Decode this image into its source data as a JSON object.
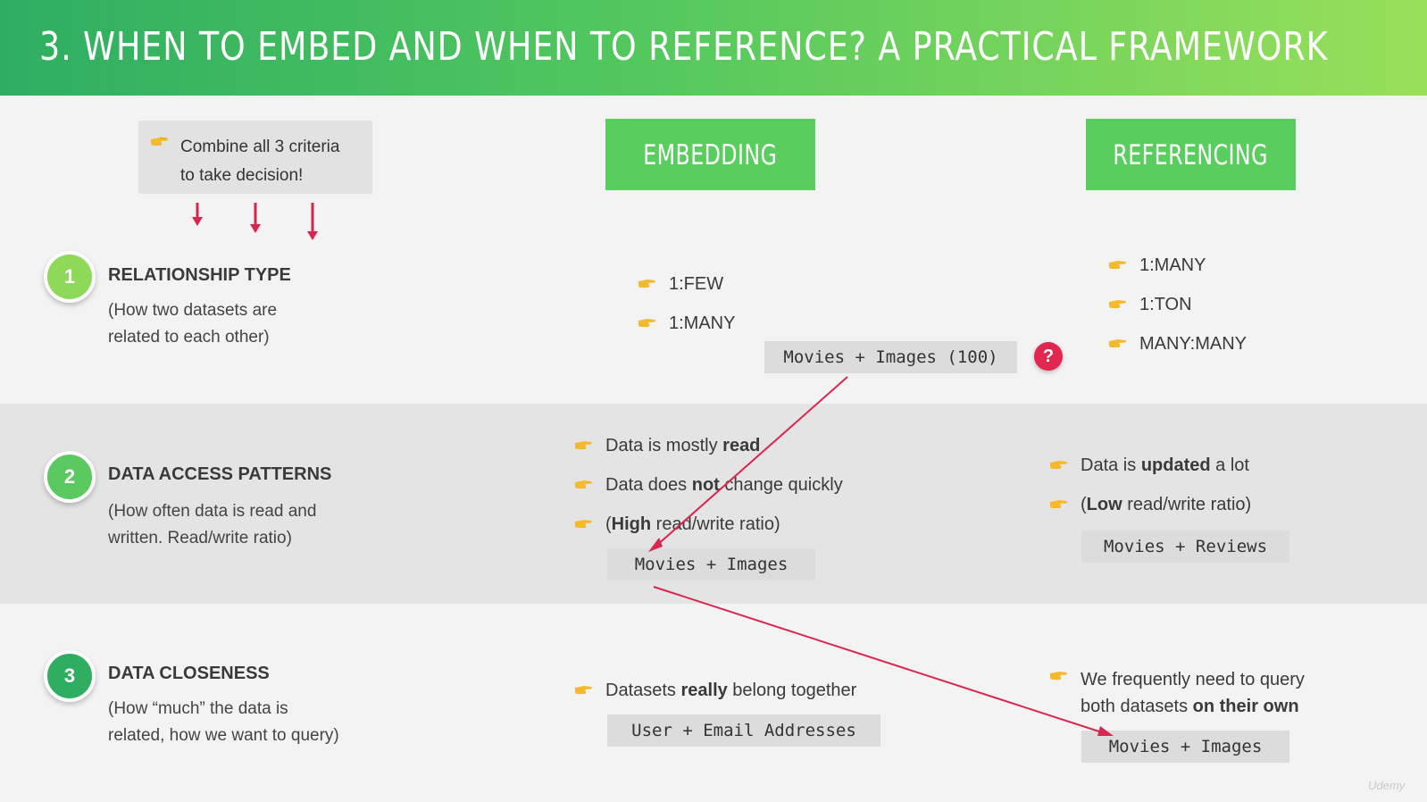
{
  "header": {
    "title": "3. When to embed and when to reference? A practical framework"
  },
  "criteria_note": {
    "line1": "Combine all 3 criteria",
    "line2": "to take decision!"
  },
  "columns": {
    "embedding": "EMBEDDING",
    "referencing": "REFERENCING"
  },
  "colors": {
    "accent_green": "#5acd5f",
    "arrow_red": "#d9264f",
    "circle1": "#8ed85a",
    "circle2": "#5ac95f",
    "circle3": "#2fae62"
  },
  "sections": [
    {
      "number": "1",
      "title": "RELATIONSHIP TYPE",
      "desc_line1": "(How two datasets are",
      "desc_line2": "related to each other)",
      "embed": [
        "1:FEW",
        "1:MANY"
      ],
      "embed_example": "Movies + Images (100)",
      "question": "?",
      "reference": [
        "1:MANY",
        "1:TON",
        "MANY:MANY"
      ]
    },
    {
      "number": "2",
      "title": "DATA ACCESS PATTERNS",
      "desc_line1": "(How often data is read and",
      "desc_line2": "written. Read/write ratio)",
      "embed": [
        {
          "pre": "Data is mostly ",
          "bold": "read",
          "post": ""
        },
        {
          "pre": "Data does ",
          "bold": "not",
          "post": " change quickly"
        },
        {
          "pre": "(",
          "bold": "High",
          "post": " read/write ratio)"
        }
      ],
      "embed_example": "Movies + Images",
      "reference": [
        {
          "pre": "Data is ",
          "bold": "updated",
          "post": " a lot"
        },
        {
          "pre": "(",
          "bold": "Low",
          "post": " read/write ratio)"
        }
      ],
      "reference_example": "Movies + Reviews"
    },
    {
      "number": "3",
      "title": "DATA CLOSENESS",
      "desc_line1": "(How “much” the data is",
      "desc_line2": "related, how we want to query)",
      "embed": [
        {
          "pre": "Datasets ",
          "bold": "really",
          "post": " belong together"
        }
      ],
      "embed_example": "User + Email Addresses",
      "reference_line1": "We frequently need to query",
      "reference_line2_pre": "both datasets ",
      "reference_line2_bold": "on their own",
      "reference_example": "Movies + Images"
    }
  ],
  "icons": {
    "bullet": "pointing-hand-icon"
  },
  "watermark": "Udemy"
}
